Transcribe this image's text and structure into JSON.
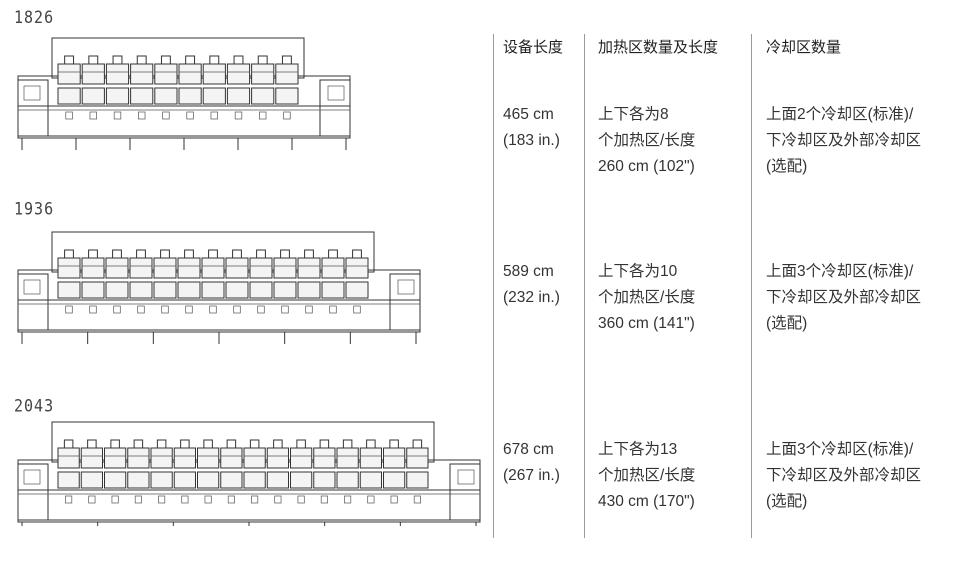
{
  "headers": [
    "设备长度",
    "加热区数量及长度",
    "冷却区数量"
  ],
  "rows": [
    {
      "model": "1826",
      "zones": 10,
      "length": [
        "465 cm",
        "(183 in.)"
      ],
      "heating": [
        "上下各为8",
        "个加热区/长度",
        "260 cm (102\")"
      ],
      "cooling": [
        "上面2个冷却区(标准)/",
        "下冷却区及外部冷却区",
        "(选配)"
      ]
    },
    {
      "model": "1936",
      "zones": 13,
      "length": [
        "589 cm",
        "(232 in.)"
      ],
      "heating": [
        "上下各为10",
        "个加热区/长度",
        "360 cm (141\")"
      ],
      "cooling": [
        "上面3个冷却区(标准)/",
        "下冷却区及外部冷却区",
        "(选配)"
      ]
    },
    {
      "model": "2043",
      "zones": 16,
      "length": [
        "678 cm",
        "(267 in.)"
      ],
      "heating": [
        "上下各为13",
        "个加热区/长度",
        "430 cm (170\")"
      ],
      "cooling": [
        "上面3个冷却区(标准)/",
        "下冷却区及外部冷却区",
        "(选配)"
      ]
    }
  ]
}
